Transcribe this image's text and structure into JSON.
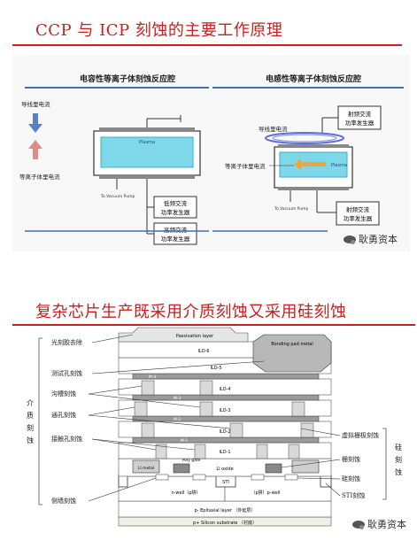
{
  "top": {
    "title": "CCP 与 ICP 刻蚀的主要工作原理",
    "ccp": {
      "heading": "电容性等离子体刻蚀反应腔",
      "field_wire": "导线里电流",
      "field_plasma": "等离子体里电流",
      "plasma": "Plasma",
      "vacuum": "To Vacuum Pump",
      "low_rf": [
        "低频交流",
        "功率发生器"
      ],
      "high_rf": [
        "高频交流",
        "功率发生器"
      ]
    },
    "icp": {
      "heading": "电感性等离子体刻蚀反应腔",
      "field_wire": "导线里电流",
      "field_plasma": "等离子体里电流",
      "plasma": "Plasma",
      "vacuum": "To Vacuum Pump",
      "rf_top": [
        "射频交流",
        "功率发生器"
      ],
      "rf_bottom": [
        "射频交流",
        "功率发生器"
      ]
    },
    "watermark": "耿勇资本"
  },
  "bottom": {
    "title": "复杂芯片生产既采用介质刻蚀又采用硅刻蚀",
    "left_labels": [
      "光刻胶去除",
      "测试孔刻蚀",
      "沟槽刻蚀",
      "通孔刻蚀",
      "接触孔刻蚀",
      "侧墙刻蚀"
    ],
    "left_group": "介质刻蚀",
    "right_labels": [
      "虚拟栅极刻蚀",
      "栅刻蚀",
      "硅刻蚀",
      "STI刻蚀"
    ],
    "right_group": "硅刻蚀",
    "layers": {
      "passivation": "Passivation layer",
      "bonding": "Bonding pad metal",
      "ild6": "ILD-6",
      "ild5": "ILD-5",
      "m4": "M-4",
      "ild4": "ILD-4",
      "m3": "M-3",
      "ild3": "ILD-3",
      "m2": "M-2",
      "ild2": "ILD-2",
      "m1": "M-1",
      "ild1": "ILD-1",
      "li_oxide": "LI oxide",
      "li_metal": "LI metal",
      "poly_gate": "Poly gate",
      "sti": "STI",
      "nwell": "n-well（p阱）",
      "pwell": "（p阱）p-well",
      "epi": "p- Epitaxial layer （外延层）",
      "substrate": "p+ Silicon substrate （衬底）"
    },
    "watermark": "耿勇资本"
  }
}
